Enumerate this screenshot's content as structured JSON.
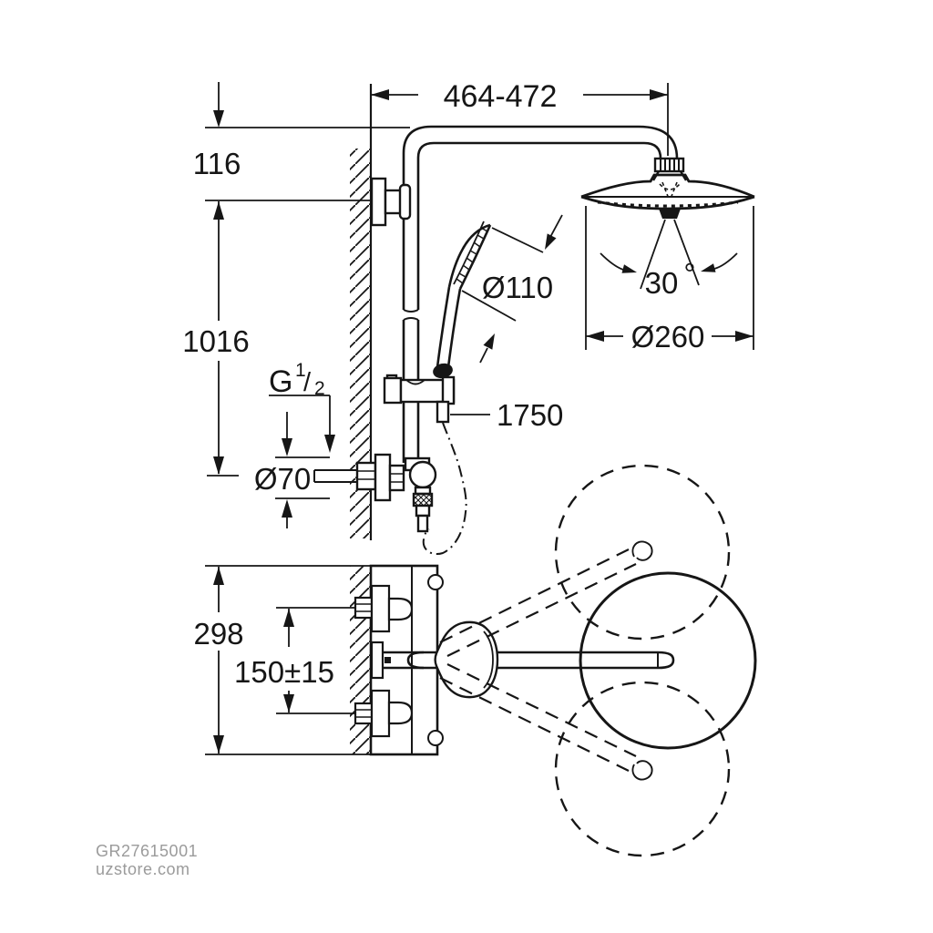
{
  "drawing": {
    "title": "shower-system-dimensional-drawing",
    "dimensions": {
      "top_width": "464-472",
      "offset_116": "116",
      "height_1016": "1016",
      "hand_shower_diameter": "Ø110",
      "swivel_angle_value": "30",
      "swivel_angle_unit": "°",
      "head_shower_diameter": "Ø260",
      "hose_length": "1750",
      "escutcheon_diameter": "Ø70",
      "valve_width": "298",
      "supply_distance": "150±15",
      "thread": {
        "g": "G",
        "sup": "1",
        "slash": "/",
        "sub": "2"
      }
    },
    "watermark": {
      "line1": "GR27615001",
      "line2": "uzstore.com",
      "color": "#9b9b9b"
    },
    "colors": {
      "line": "#161616",
      "background": "#ffffff"
    }
  }
}
